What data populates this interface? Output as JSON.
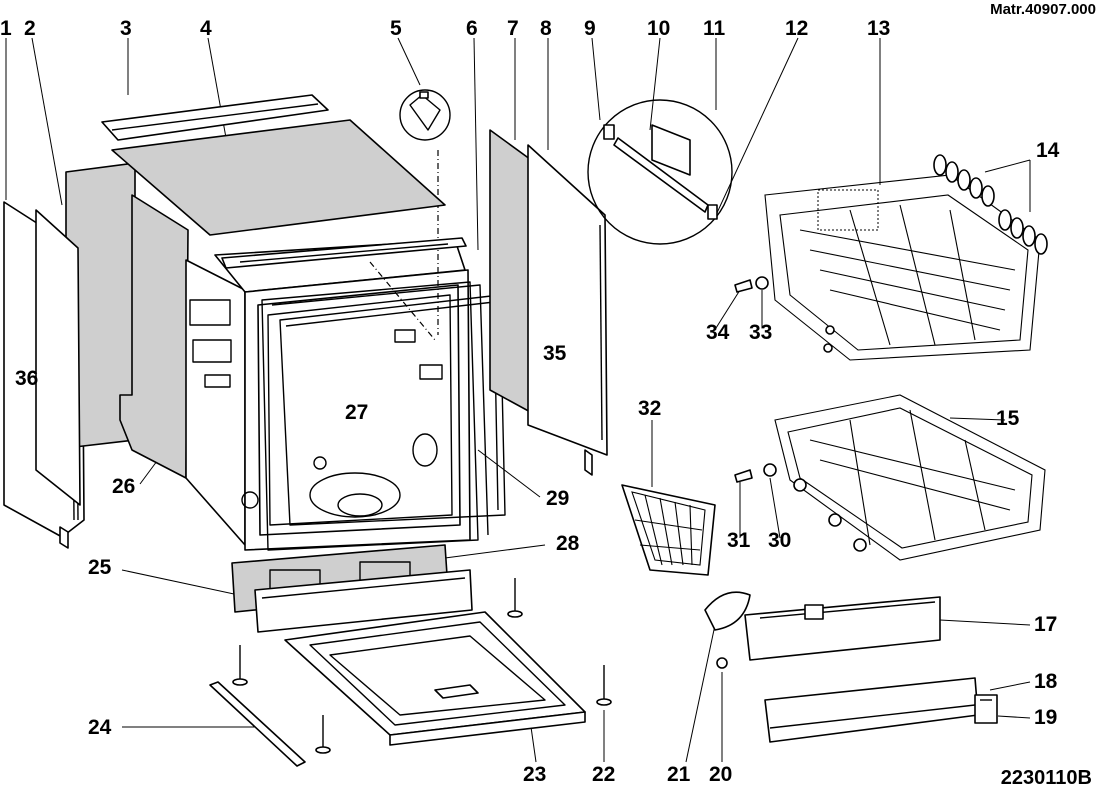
{
  "header": {
    "material_code": "Matr.40907.000"
  },
  "footer": {
    "drawing_code": "2230110B"
  },
  "callouts": [
    "1",
    "2",
    "3",
    "4",
    "5",
    "6",
    "7",
    "8",
    "9",
    "10",
    "11",
    "12",
    "13",
    "14",
    "15",
    "17",
    "18",
    "19",
    "20",
    "21",
    "22",
    "23",
    "24",
    "25",
    "26",
    "27",
    "28",
    "29",
    "30",
    "31",
    "32",
    "33",
    "34",
    "35",
    "36"
  ]
}
